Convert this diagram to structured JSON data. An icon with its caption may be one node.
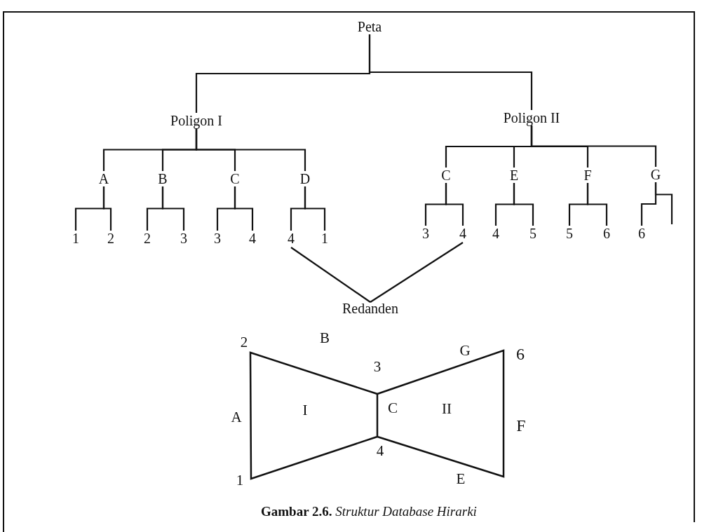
{
  "diagram": {
    "caption": "**Gambar 2.6.** *Struktur Database Hirarki*",
    "nodes": [
      {
        "text": [
          "Peta"
        ]
      },
      {
        "text": [
          "Poligon I"
        ]
      },
      {
        "text": [
          "Poligon II"
        ]
      },
      {
        "text": [
          "A"
        ]
      },
      {
        "text": [
          "B"
        ]
      },
      {
        "text": [
          "C"
        ]
      },
      {
        "text": [
          "D"
        ]
      },
      {
        "text": [
          "C"
        ]
      },
      {
        "text": [
          "E"
        ]
      },
      {
        "text": [
          "F"
        ]
      },
      {
        "text": [
          "G"
        ]
      },
      {
        "text": [
          "1"
        ]
      },
      {
        "text": [
          "2"
        ]
      },
      {
        "text": [
          "2"
        ]
      },
      {
        "text": [
          "3"
        ]
      },
      {
        "text": [
          "3"
        ]
      },
      {
        "text": [
          "4"
        ]
      },
      {
        "text": [
          "4"
        ]
      },
      {
        "text": [
          "1"
        ]
      },
      {
        "text": [
          "3"
        ]
      },
      {
        "text": [
          "4"
        ]
      },
      {
        "text": [
          "4"
        ]
      },
      {
        "text": [
          "5"
        ]
      },
      {
        "text": [
          "5"
        ]
      },
      {
        "text": [
          "6"
        ]
      },
      {
        "text": [
          "6"
        ]
      },
      {
        "text": [
          "Redanden"
        ]
      }
    ],
    "edges": [
      {
        "from": 0,
        "to": 1,
        "arrow": "none"
      },
      {
        "from": 0,
        "to": 2,
        "arrow": "none"
      },
      {
        "from": 1,
        "to": 3,
        "arrow": "none"
      },
      {
        "from": 1,
        "to": 4,
        "arrow": "none"
      },
      {
        "from": 1,
        "to": 5,
        "arrow": "none"
      },
      {
        "from": 1,
        "to": 6,
        "arrow": "none"
      },
      {
        "from": 2,
        "to": 7,
        "arrow": "none"
      },
      {
        "from": 2,
        "to": 8,
        "arrow": "none"
      },
      {
        "from": 2,
        "to": 9,
        "arrow": "none"
      },
      {
        "from": 2,
        "to": 10,
        "arrow": "none"
      },
      {
        "from": 3,
        "to": 11,
        "arrow": "none"
      },
      {
        "from": 3,
        "to": 12,
        "arrow": "none"
      },
      {
        "from": 4,
        "to": 13,
        "arrow": "none"
      },
      {
        "from": 4,
        "to": 14,
        "arrow": "none"
      },
      {
        "from": 5,
        "to": 15,
        "arrow": "none"
      },
      {
        "from": 5,
        "to": 16,
        "arrow": "none"
      },
      {
        "from": 6,
        "to": 17,
        "arrow": "none"
      },
      {
        "from": 6,
        "to": 18,
        "arrow": "none"
      },
      {
        "from": 7,
        "to": 19,
        "arrow": "none"
      },
      {
        "from": 7,
        "to": 20,
        "arrow": "none"
      },
      {
        "from": 8,
        "to": 21,
        "arrow": "none"
      },
      {
        "from": 8,
        "to": 22,
        "arrow": "none"
      },
      {
        "from": 9,
        "to": 23,
        "arrow": "none"
      },
      {
        "from": 9,
        "to": 24,
        "arrow": "none"
      },
      {
        "from": 10,
        "to": 25,
        "arrow": "none"
      },
      {
        "from": 10,
        "to": null,
        "arrow": "none"
      },
      {
        "from": 26,
        "to": 17,
        "arrow": "none"
      },
      {
        "from": 26,
        "to": 20,
        "arrow": "none"
      }
    ],
    "labels": [
      "2",
      "B",
      "G",
      "6",
      "3",
      "A",
      "I",
      "C",
      "II",
      "F",
      "4",
      "1",
      "E"
    ]
  }
}
